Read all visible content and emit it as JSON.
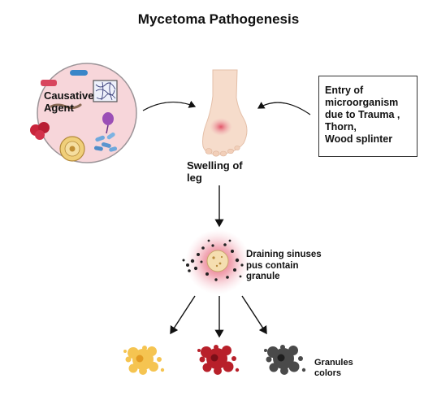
{
  "diagram": {
    "title": "Mycetoma Pathogenesis",
    "causative_label_line1": "Causative",
    "causative_label_line2": "Agent",
    "entry_line1": "Entry of",
    "entry_line2": "microorganism",
    "entry_line3": "due to Trauma ,",
    "entry_line4": "Thorn,",
    "entry_line5": "Wood splinter",
    "swelling_line1": "Swelling of",
    "swelling_line2": "leg",
    "draining_line1": "Draining sinuses",
    "draining_line2": "pus contain",
    "draining_line3": "granule",
    "granules_line1": "Granules",
    "granules_line2": "colors"
  },
  "granule_colors": {
    "yellow": "#f5c451",
    "red": "#b8202a",
    "black": "#4a4a4a"
  },
  "icons": [
    "microorganism-circle-icon",
    "foot-icon",
    "sinus-lesion-icon",
    "yellow-granule-icon",
    "red-granule-icon",
    "black-granule-icon"
  ]
}
